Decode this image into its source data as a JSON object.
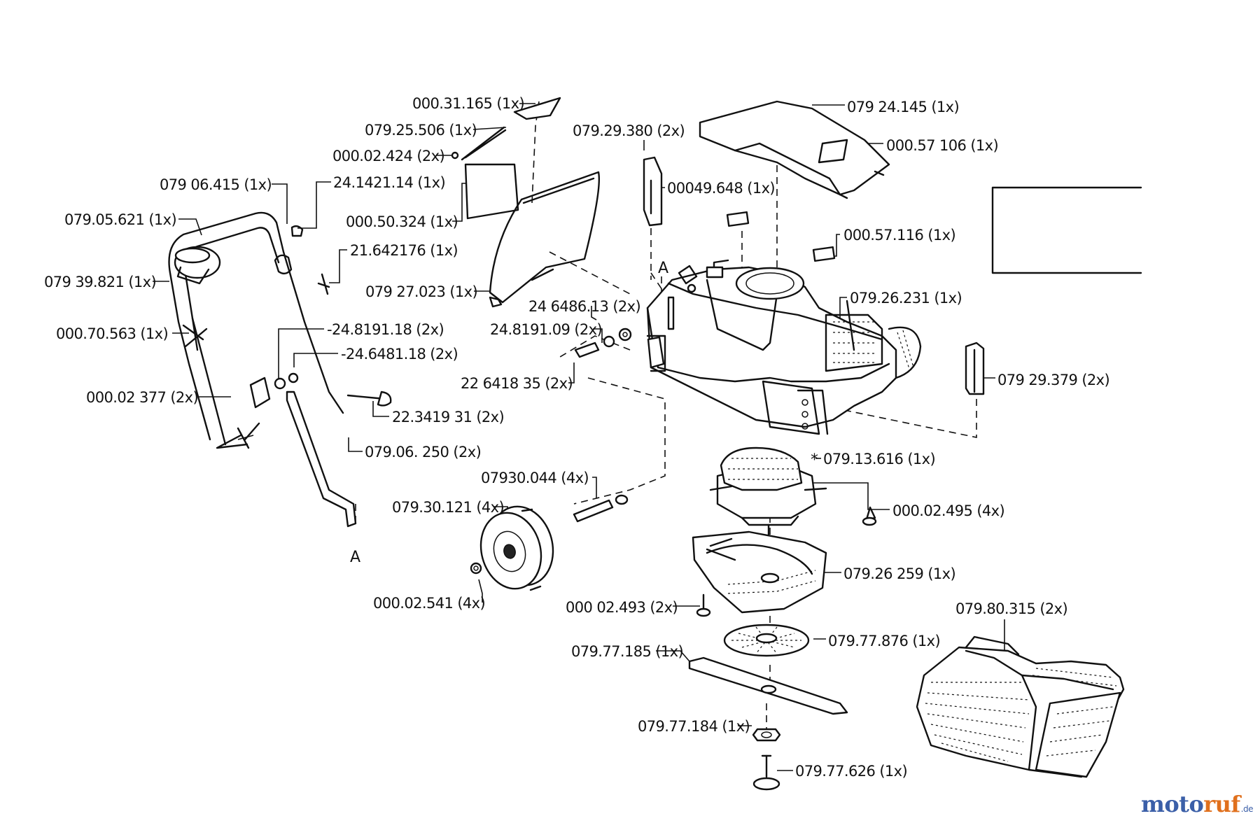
{
  "labels": {
    "l1": "000.31.165  (1x)",
    "l2": "079.25.506  (1x)",
    "l3": "000.02.424  (2x)",
    "l4": "079  06.415  (1x)",
    "l5": "24.1421.14  (1x)",
    "l6": "079.05.621  (1x)",
    "l7": "21.642176  (1x)",
    "l8": "000.50.324  (1x)",
    "l9": "079  39.821  (1x)",
    "l10": "079  27.023  (1x)",
    "l11": "000.70.563  (1x)",
    "l12": "-24.8191.18   (2x)",
    "l13": "-24.6481.18   (2x)",
    "l14": "000.02  377  (2x)",
    "l15": "22.3419 31   (2x)",
    "l16": "079.06. 250   (2x)",
    "l17": "079.29.380  (2x)",
    "l18": "00049.648  (1x)",
    "l19": "079  24.145   (1x)",
    "l20": "000.57 106   (1x)",
    "l21": "000.57.116   (1x)",
    "l22": "079.26.231  (1x)",
    "l23": "24 6486.13  (2x)",
    "l24": "24.8191.09  (2x)",
    "l25": "22 6418 35   (2x)",
    "l26": "079  29.379   (2x)",
    "l27": "079.13.616   (1x)",
    "l28": "07930.044   (4x)",
    "l29": "079.30.121  (4x)",
    "l30": "000.02.495   (4x)",
    "l31": "079.26 259    (1x)",
    "l32": "000.02.541  (4x)",
    "l33": "000 02.493  (2x)",
    "l34": "079.77.876  (1x)",
    "l35": "079.80.315   (2x)",
    "l36": "079.77.185   (1x)",
    "l37": "079.77.184  (1x)",
    "l38": "079.77.626   (1x)",
    "markA1": "A",
    "markA2": "A",
    "star": "*"
  },
  "watermark": {
    "part_a": "moto",
    "part_b": "ruf",
    "tld": ".de",
    "color_a": "#3b5fa8",
    "color_b": "#e0701d"
  }
}
